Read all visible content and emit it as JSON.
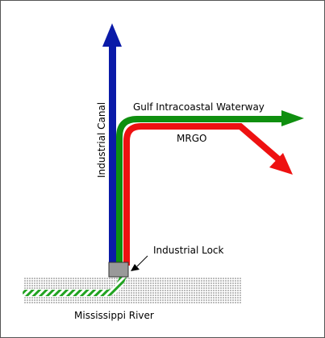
{
  "labels": {
    "industrial_canal": "Industrial Canal",
    "gulf_intracoastal_waterway": "Gulf Intracoastal Waterway",
    "mrgo": "MRGO",
    "industrial_lock": "Industrial Lock",
    "mississippi_river": "Mississippi River"
  },
  "colors": {
    "industrial_canal": "#0a1aa8",
    "gulf_intracoastal_waterway": "#0f8f0f",
    "mrgo": "#ee1111",
    "lock": "#999999",
    "river_shading": "#c8c8c8",
    "river_channel": "#22a322"
  }
}
